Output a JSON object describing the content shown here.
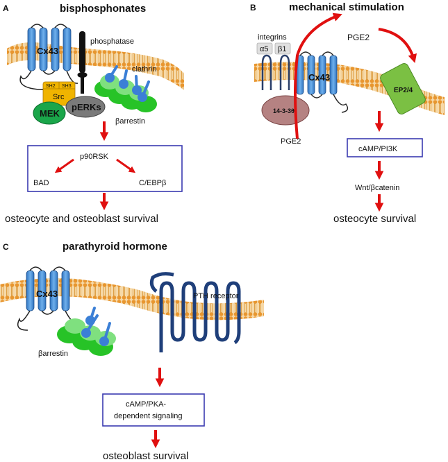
{
  "panels": {
    "a": {
      "letter": "A",
      "title": "bisphosphonates",
      "labels": {
        "cx43": "Cx43",
        "phosphatase": "phosphatase",
        "clathrin": "clathrin",
        "sh2": "SH2",
        "sh3": "SH3",
        "src": "Src",
        "mek": "MEK",
        "perks": "pERKs",
        "barrestin": "βarrestin"
      },
      "box": {
        "top": "p90RSK",
        "left": "BAD",
        "right": "C/EBPβ"
      },
      "outcome": "osteocyte and osteoblast survival"
    },
    "b": {
      "letter": "B",
      "title": "mechanical stimulation",
      "labels": {
        "integrins": "integrins",
        "alpha5": "α5",
        "beta1": "β1",
        "cx43": "Cx43",
        "pge2_top": "PGE2",
        "pge2_bottom": "PGE2",
        "protein1433": "14-3-3θ",
        "ep24": "EP2/4"
      },
      "box": "cAMP/PI3K",
      "wnt": "Wnt/βcatenin",
      "outcome": "osteocyte survival"
    },
    "c": {
      "letter": "C",
      "title": "parathyroid hormone",
      "labels": {
        "cx43": "Cx43",
        "pth_receptor": "PTH receptor",
        "barrestin": "βarrestin"
      },
      "box": {
        "line1": "cAMP/PKA-",
        "line2": "dependent signaling"
      },
      "outcome": "osteoblast survival"
    }
  },
  "colors": {
    "membrane": "#e8a33c",
    "cx43": "#4a90d9",
    "arrow": "#e01010",
    "box_border": "#3a3ab0",
    "mek": "#1aa64a",
    "perks": "#7a7a7a",
    "src": "#f0b400",
    "arrestin": "#27c327",
    "ep24": "#7bc043",
    "protein1433": "#a86c6c",
    "pth_receptor": "#1f3f7a"
  }
}
